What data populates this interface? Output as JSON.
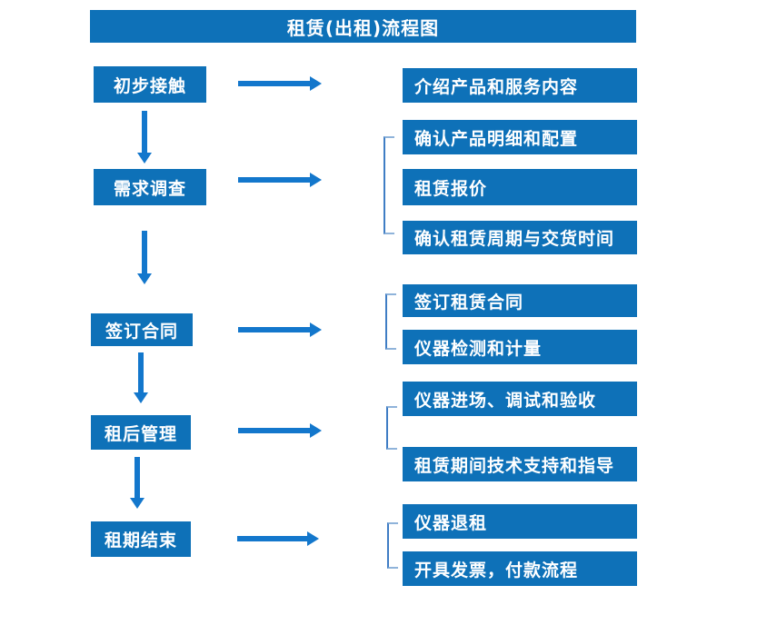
{
  "title": "租赁(出租)流程图",
  "colors": {
    "box_blue": "#0e71b8",
    "arrow_blue": "#1377cc",
    "bracket_blue": "#3f7dc4",
    "text_white": "#ffffff",
    "background": "#ffffff"
  },
  "left_steps": [
    {
      "label": "初步接触"
    },
    {
      "label": "需求调查"
    },
    {
      "label": "签订合同"
    },
    {
      "label": "租后管理"
    },
    {
      "label": "租期结束"
    }
  ],
  "right_boxes": [
    {
      "label": "介绍产品和服务内容"
    },
    {
      "label": "确认产品明细和配置"
    },
    {
      "label": "租赁报价"
    },
    {
      "label": "确认租赁周期与交货时间"
    },
    {
      "label": "签订租赁合同"
    },
    {
      "label": "仪器检测和计量"
    },
    {
      "label": "仪器进场、调试和验收"
    },
    {
      "label": "租赁期间技术支持和指导"
    },
    {
      "label": "仪器退租"
    },
    {
      "label": "开具发票，付款流程"
    }
  ],
  "connections": [
    {
      "from": "初步接触",
      "to": [
        "介绍产品和服务内容"
      ]
    },
    {
      "from": "需求调查",
      "to": [
        "确认产品明细和配置",
        "租赁报价",
        "确认租赁周期与交货时间"
      ]
    },
    {
      "from": "签订合同",
      "to": [
        "签订租赁合同",
        "仪器检测和计量"
      ]
    },
    {
      "from": "租后管理",
      "to": [
        "仪器进场、调试和验收",
        "租赁期间技术支持和指导"
      ]
    },
    {
      "from": "租期结束",
      "to": [
        "仪器退租",
        "开具发票，付款流程"
      ]
    }
  ]
}
